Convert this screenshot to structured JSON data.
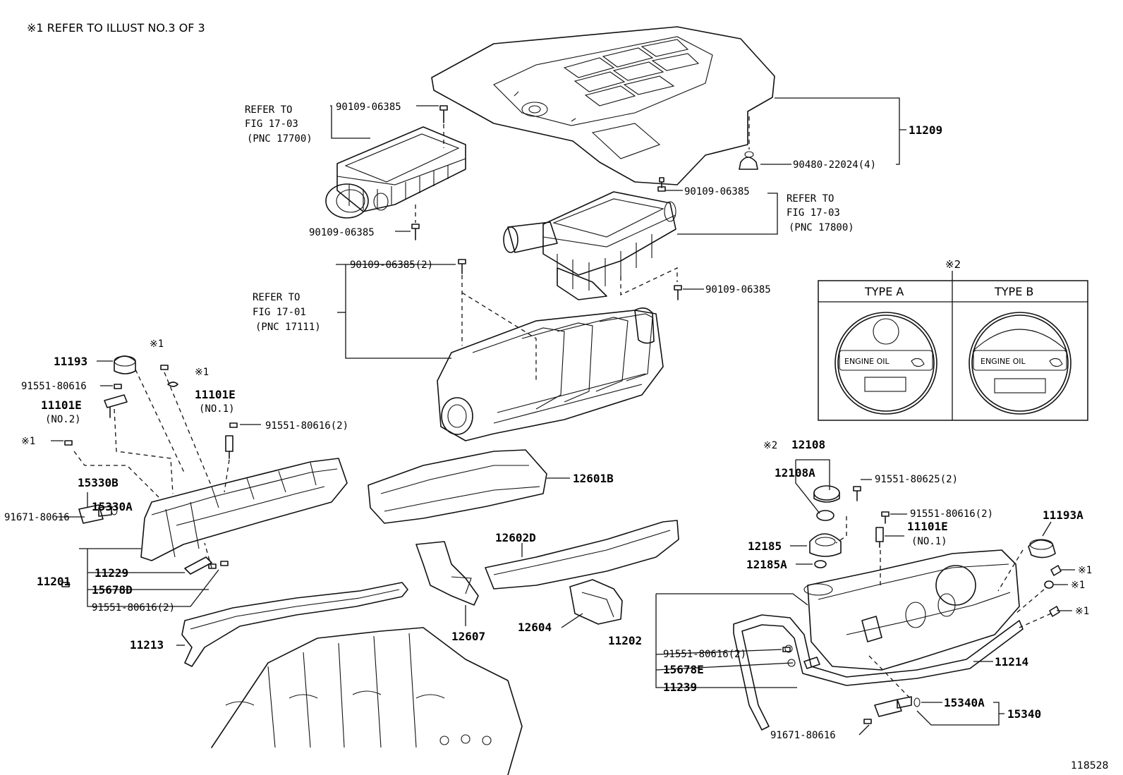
{
  "header_note": "※1 REFER TO ILLUST NO.3 OF 3",
  "figure_number": "118528",
  "refs": {
    "ref_17700": [
      "REFER TO",
      "FIG 17-03",
      "(PNC 17700)"
    ],
    "ref_17800": [
      "REFER TO",
      "FIG 17-03",
      "(PNC 17800)"
    ],
    "ref_17111": [
      "REFER TO",
      "FIG 17-01",
      "(PNC 17111)"
    ]
  },
  "type_box": {
    "marker": "※2",
    "type_a": "TYPE A",
    "type_b": "TYPE B",
    "cap_text": "ENGINE OIL"
  },
  "labels": {
    "p11209": "11209",
    "p90480": "90480-22024(4)",
    "b06385_top": "90109-06385",
    "b06385_left_low": "90109-06385",
    "b06385_right_top": "90109-06385",
    "b06385_right_low": "90109-06385",
    "b06385_2": "90109-06385(2)",
    "p11193": "11193",
    "mk1_a": "※1",
    "mk1_b": "※1",
    "mk1_c": "※1",
    "p91551_80616_left": "91551-80616",
    "p11101e_no2": "11101E",
    "p11101e_no2_sub": "(NO.2)",
    "p11101e_no1_left": "11101E",
    "p11101e_no1_left_sub": "(NO.1)",
    "p91551_80616_2_left": "91551-80616(2)",
    "p15330b": "15330B",
    "p15330a": "15330A",
    "p91671_left": "91671-80616",
    "p11201": "11201",
    "p11229": "11229",
    "p15678d": "15678D",
    "p91551_80616_2_lower": "91551-80616(2)",
    "p11213": "11213",
    "p12601b": "12601B",
    "p12602d": "12602D",
    "p12607": "12607",
    "p12604": "12604",
    "mk2": "※2",
    "p12108": "12108",
    "p12108a": "12108A",
    "p91551_80625": "91551-80625(2)",
    "p91551_80616_2_right": "91551-80616(2)",
    "p11101e_right": "11101E",
    "p11101e_right_sub": "(NO.1)",
    "p11193a": "11193A",
    "p12185": "12185",
    "p12185a": "12185A",
    "mk1_r1": "※1",
    "mk1_r2": "※1",
    "mk1_r3": "※1",
    "p11202": "11202",
    "p91551_80616_2_r2": "91551-80616(2)",
    "p15678e": "15678E",
    "p11239": "11239",
    "p11214": "11214",
    "p15340a": "15340A",
    "p15340": "15340",
    "p91671_right": "91671-80616"
  }
}
